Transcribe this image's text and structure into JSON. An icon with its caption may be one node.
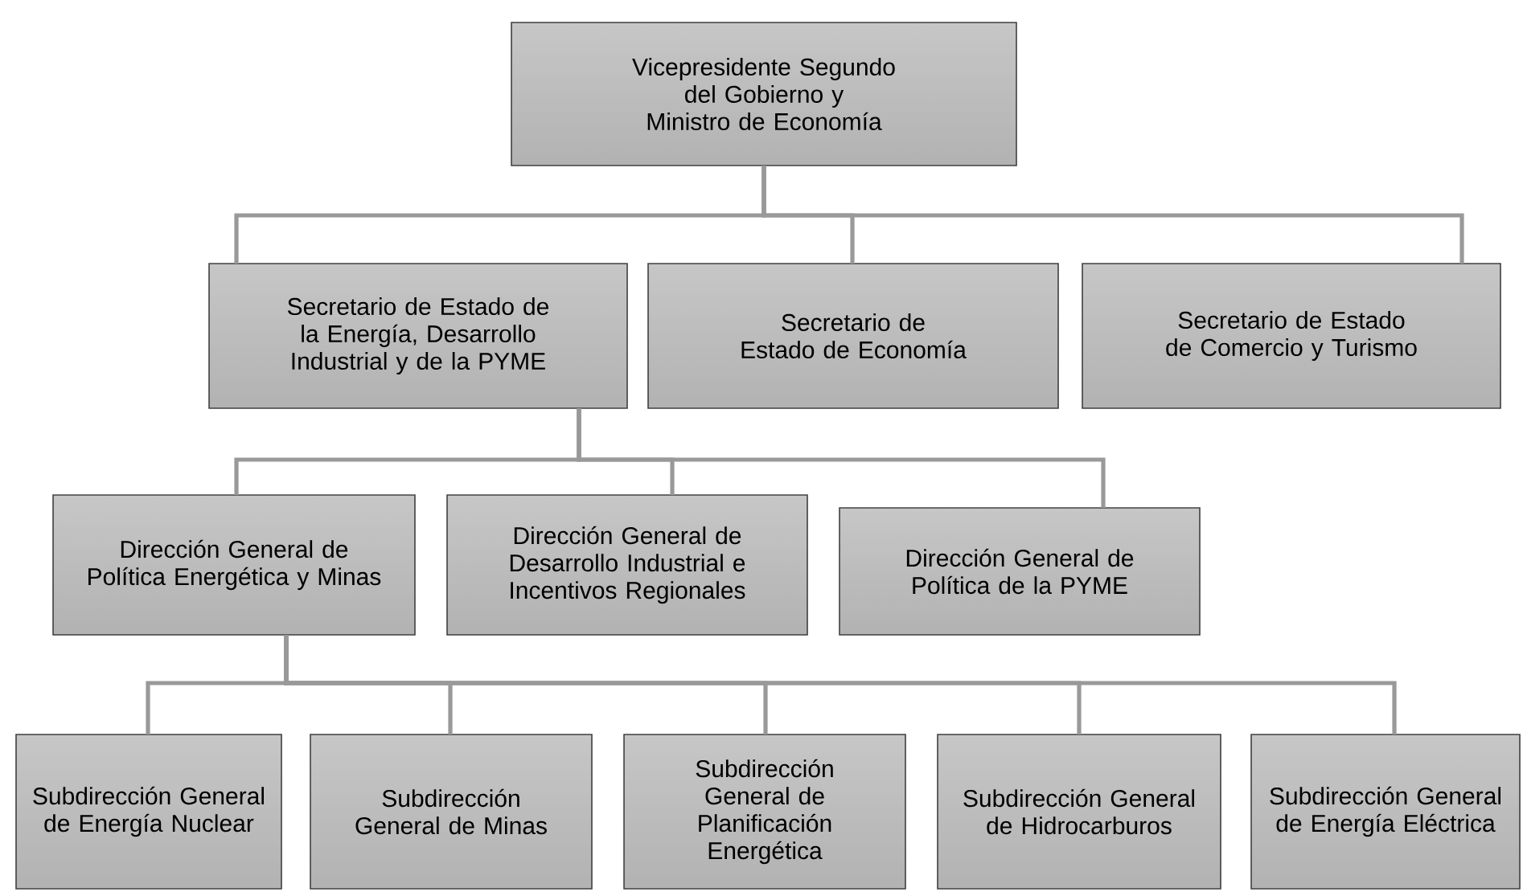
{
  "diagram": {
    "nodes": [
      {
        "text": [
          "Vicepresidente Segundo del Gobierno y Ministro de Economía"
        ]
      },
      {
        "text": [
          "Secretario de Estado de la Energía, Desarrollo Industrial y de la PYME"
        ]
      },
      {
        "text": [
          "Secretario de Estado de Economía"
        ]
      },
      {
        "text": [
          "Secretario de Estado de Comercio y Turismo"
        ]
      },
      {
        "text": [
          "Dirección General de Política Energética y Minas"
        ]
      },
      {
        "text": [
          "Dirección General de Desarrollo Industrial e Incentivos Regionales"
        ]
      },
      {
        "text": [
          "Dirección General de Política de la PYME"
        ]
      },
      {
        "text": [
          "Subdirección General de Energía Nuclear"
        ]
      },
      {
        "text": [
          "Subdirección General de Minas"
        ]
      },
      {
        "text": [
          "Subdirección General de Planificación Energética"
        ]
      },
      {
        "text": [
          "Subdirección General de Hidrocarburos"
        ]
      },
      {
        "text": [
          "Subdirección General de Energía Eléctrica"
        ]
      }
    ],
    "edges": [
      {
        "from": 0,
        "to": 1,
        "arrow": "none"
      },
      {
        "from": 0,
        "to": 2,
        "arrow": "none"
      },
      {
        "from": 0,
        "to": 3,
        "arrow": "none"
      },
      {
        "from": 1,
        "to": 4,
        "arrow": "none"
      },
      {
        "from": 1,
        "to": 5,
        "arrow": "none"
      },
      {
        "from": 1,
        "to": 6,
        "arrow": "none"
      },
      {
        "from": 4,
        "to": 7,
        "arrow": "none"
      },
      {
        "from": 4,
        "to": 8,
        "arrow": "none"
      },
      {
        "from": 4,
        "to": 9,
        "arrow": "none"
      },
      {
        "from": 4,
        "to": 10,
        "arrow": "none"
      },
      {
        "from": 4,
        "to": 11,
        "arrow": "none"
      }
    ]
  }
}
